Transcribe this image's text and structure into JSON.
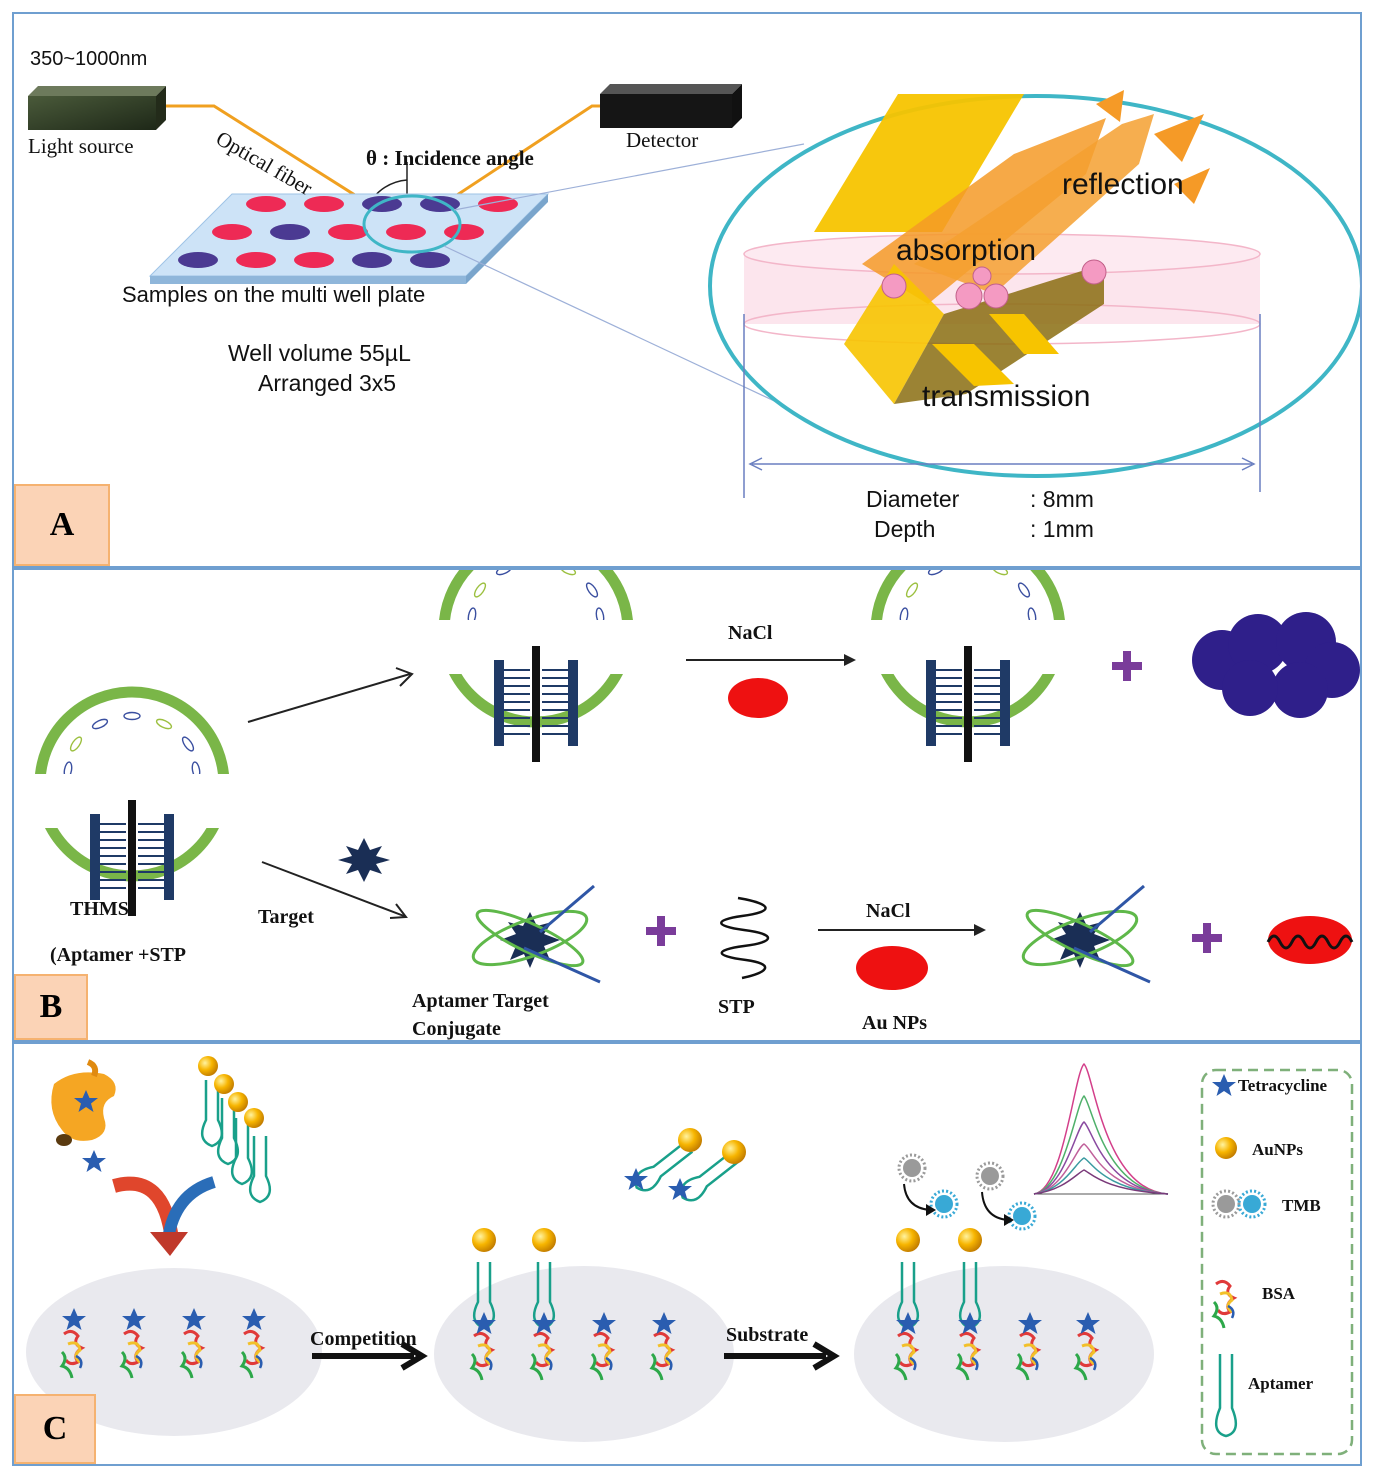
{
  "panel_a": {
    "tag": "A",
    "wavelength": "350~1000nm",
    "light_source": "Light source",
    "optical_fiber": "Optical fiber",
    "detector": "Detector",
    "incidence": "θ : Incidence angle",
    "plate_caption": "Samples on the multi well plate",
    "well_volume": "Well volume 55µL",
    "arranged": "Arranged 3x5",
    "reflection": "reflection",
    "absorption": "absorption",
    "transmission": "transmission",
    "diameter_label": "Diameter",
    "diameter_value": ":  8mm",
    "depth_label": "Depth",
    "depth_value": ":  1mm"
  },
  "panel_b": {
    "tag": "B",
    "nacl_top": "NaCl",
    "nacl_bottom": "NaCl",
    "thms": "THMS",
    "thms_sub": "(Aptamer +STP",
    "target": "Target",
    "conjugate_line1": "Aptamer Target",
    "conjugate_line2": "Conjugate",
    "stp": "STP",
    "au_nps": "Au NPs"
  },
  "panel_c": {
    "tag": "C",
    "competition": "Competition",
    "substrate": "Substrate",
    "legend": {
      "tetracycline": "Tetracycline",
      "aunps": "AuNPs",
      "tmb": "TMB",
      "bsa": "BSA",
      "aptamer": "Aptamer"
    }
  },
  "colors": {
    "panel_border": "#6f9fd0",
    "tag_fill": "#fbd3b6",
    "tag_border": "#f5b270",
    "fiber": "#f0a020",
    "well_red": "#ee2a55",
    "well_purple": "#4b3a92",
    "ellipse": "#3fb6c6",
    "beam_yellow": "#f7c400",
    "beam_orange": "#f59a27",
    "ring_green": "#7ab648",
    "dark_blue": "#1f3a66",
    "aunp_red": "#ee1111",
    "cluster_purple": "#2f1f8a",
    "aptamer_teal": "#19a08a",
    "gold": "#f7b500",
    "star_blue": "#2a5db0",
    "tmb_blue": "#38a9d6",
    "tmb_grey": "#9a9a9a"
  }
}
